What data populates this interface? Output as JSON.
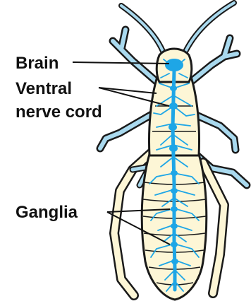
{
  "labels": {
    "brain": "Brain",
    "ventral_line1": "Ventral",
    "ventral_line2": "nerve cord",
    "ganglia": "Ganglia"
  },
  "colors": {
    "body_fill": "#fdf6d6",
    "outline": "#1a1a1a",
    "nerve": "#1ea6e6",
    "limb": "#a9d9ee",
    "leader": "#111111"
  }
}
